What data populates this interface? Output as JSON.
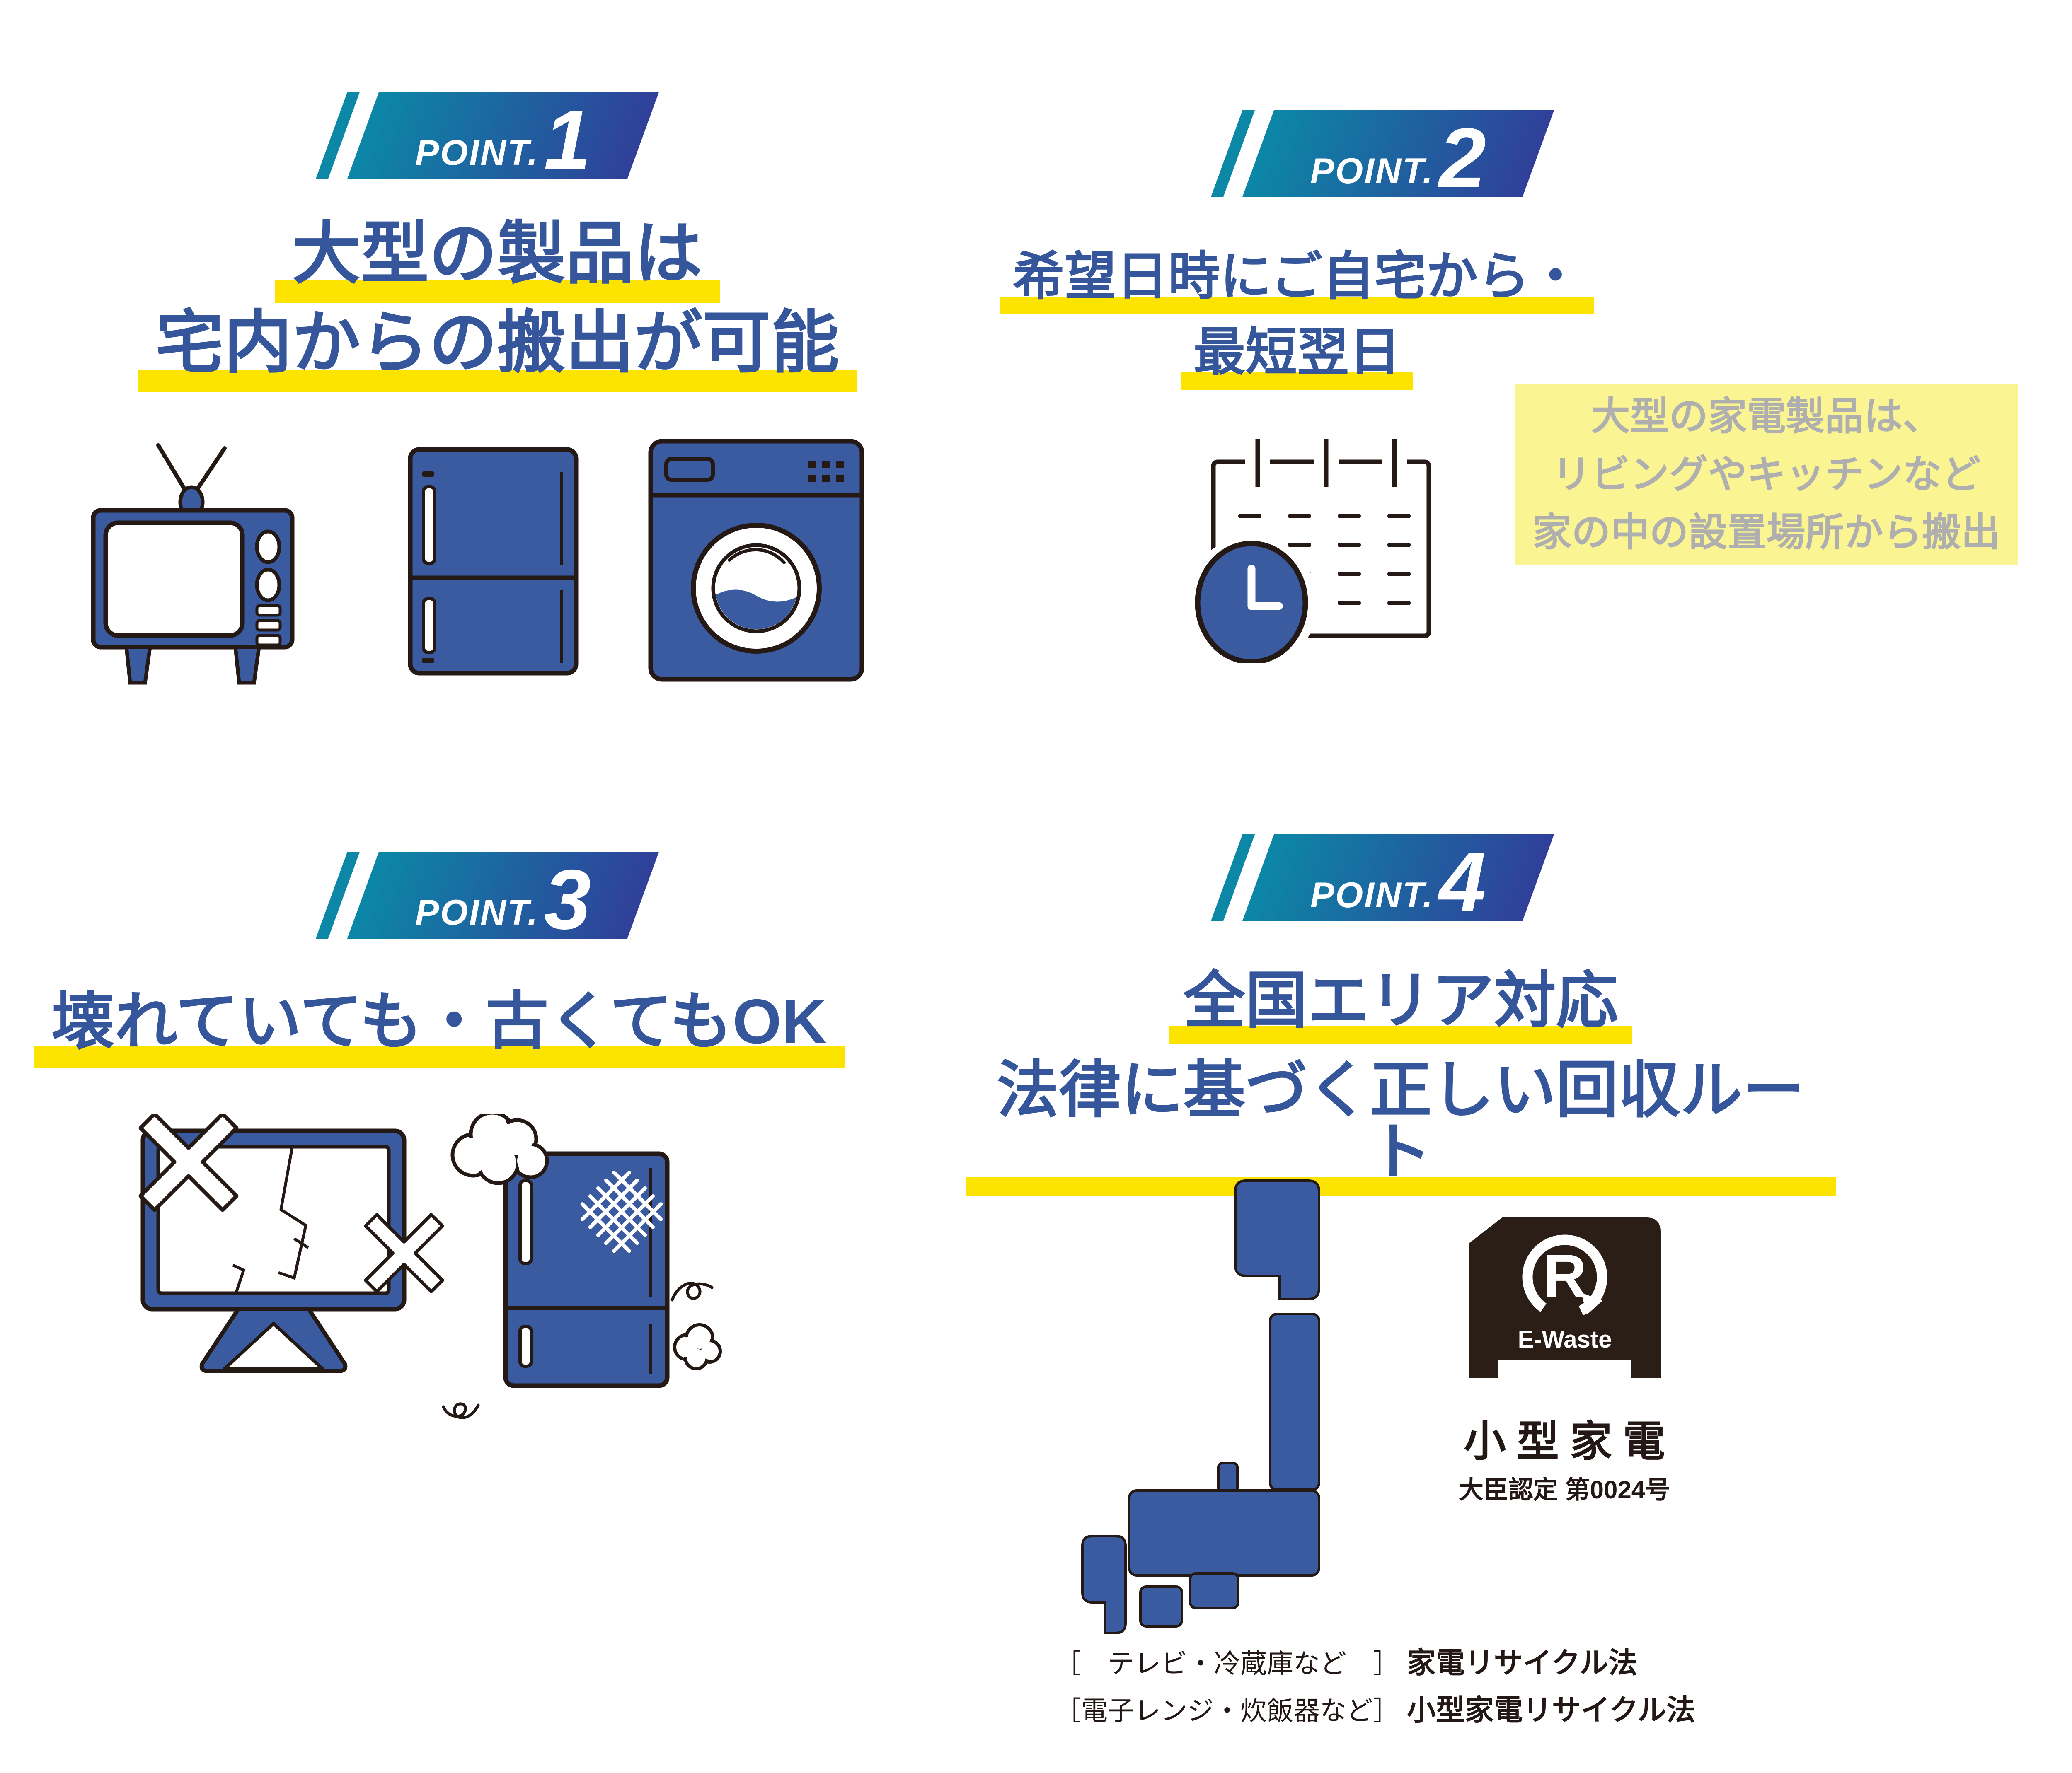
{
  "colors": {
    "title_blue": "#35569B",
    "highlight_yellow": "#FCE300",
    "badge_teal": "#0C87A6",
    "badge_indigo": "#30409A",
    "icon_blue": "#3A5BA0",
    "outline_dark": "#241914",
    "note_background": "#FAF492",
    "note_text": "#AFAFAF",
    "logo_dark": "#2B1E17",
    "text_dark": "#231815"
  },
  "points": [
    {
      "label": "POINT.",
      "number": "1",
      "lines": [
        "大型の製品は",
        "宅内からの搬出が可能"
      ]
    },
    {
      "label": "POINT.",
      "number": "2",
      "lines": [
        "希望日時にご自宅から・",
        "最短翌日"
      ],
      "note": [
        "大型の家電製品は、",
        "リビングやキッチンなど",
        "家の中の設置場所から搬出"
      ]
    },
    {
      "label": "POINT.",
      "number": "3",
      "lines": [
        "壊れていても・古くてもOK"
      ]
    },
    {
      "label": "POINT.",
      "number": "4",
      "lines": [
        "全国エリア対応",
        "法律に基づく正しい回収ルート"
      ]
    }
  ],
  "ewaste_logo": {
    "r": "R",
    "brand": "E-Waste",
    "category": "小型家電",
    "certification": "大臣認定 第0024号"
  },
  "legal": [
    {
      "bracket": "［　テレビ・冷蔵庫など　］",
      "law": "家電リサイクル法"
    },
    {
      "bracket": "［電子レンジ・炊飯器など］",
      "law": "小型家電リサイクル法"
    }
  ]
}
